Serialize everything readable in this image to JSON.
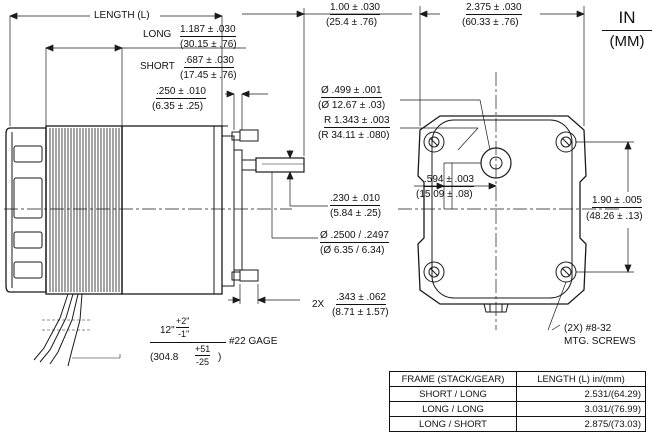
{
  "units": {
    "primary": "IN",
    "secondary": "(MM)"
  },
  "dimensions": {
    "length_label": "LENGTH (L)",
    "long_label": "LONG",
    "long_in": "1.187 ± .030",
    "long_mm": "(30.15 ± .76)",
    "short_label": "SHORT",
    "short_in": ".687 ± .030",
    "short_mm": "(17.45 ± .76)",
    "boss_in": ".250 ± .010",
    "boss_mm": "(6.35 ± .25)",
    "shaft_len_in": "1.00 ± .030",
    "shaft_len_mm": "(25.4 ± .76)",
    "width_in": "2.375 ± .030",
    "width_mm": "(60.33 ± .76)",
    "hub_dia_in": "Ø .499 ± .001",
    "hub_dia_mm": "(Ø 12.67 ± .03)",
    "radius_in": "R 1.343 ± .003",
    "radius_mm": "(R 34.11 ± .080)",
    "offset_in": ".594 ± .003",
    "offset_mm": "(15.09 ± .08)",
    "hole_spacing_in": "1.90 ± .005",
    "hole_spacing_mm": "(48.26 ± .13)",
    "flat_in": ".230 ± .010",
    "flat_mm": "(5.84 ± .25)",
    "shaft_dia_in": "Ø .2500 / .2497",
    "shaft_dia_mm": "(Ø 6.35 / 6.34)",
    "screw_len_prefix": "2X",
    "screw_len_in": ".343 ± .062",
    "screw_len_mm": "(8.71 ± 1.57)",
    "lead_len": "12\"",
    "lead_tol_plus": "+2\"",
    "lead_tol_minus": "-1\"",
    "lead_len_mm": "(304.8",
    "lead_tol_plus_mm": "+51",
    "lead_tol_minus_mm": "-25",
    "lead_close": ")",
    "gauge": "#22 GAGE",
    "screws_line1": "(2X) #8-32",
    "screws_line2": "MTG. SCREWS"
  },
  "frame_table": {
    "headers": [
      "FRAME (STACK/GEAR)",
      "LENGTH (L) in/(mm)"
    ],
    "rows": [
      [
        "SHORT / LONG",
        "2.531/(64.29)"
      ],
      [
        "LONG / LONG",
        "3.031/(76.99)"
      ],
      [
        "LONG / SHORT",
        "2.875/(73.03)"
      ]
    ]
  }
}
